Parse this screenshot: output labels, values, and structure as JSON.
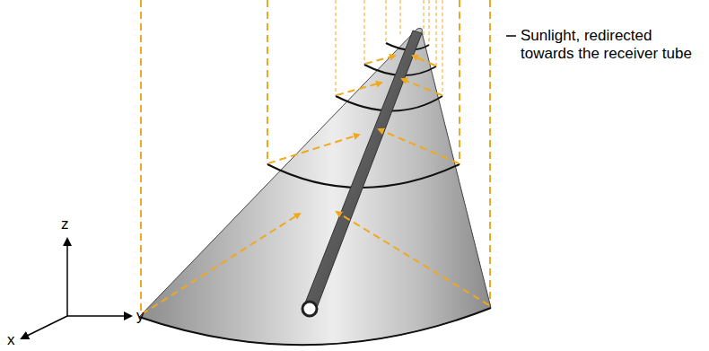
{
  "diagram": {
    "labels": [
      "Sunlight, redirected towards the receiver tube",
      "z",
      "y",
      "x"
    ]
  }
}
